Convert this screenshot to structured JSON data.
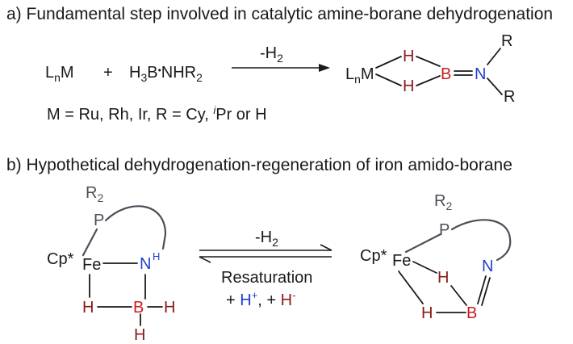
{
  "section_a": {
    "title": "a) Fundamental step involved in catalytic amine-borane dehydrogenation",
    "metal_complex": "L",
    "metal_complex_sub": "n",
    "metal_complex_end": "M",
    "plus": "+",
    "borane_h": "H",
    "borane_h_sub": "3",
    "borane_rest": "B",
    "borane_dot": "•",
    "borane_nh": "NHR",
    "borane_nh_sub": "2",
    "arrow_label": "-H",
    "arrow_label_sub": "2",
    "product_metal": "L",
    "product_metal_sub": "n",
    "product_metal_end": "M",
    "product_h_top": "H",
    "product_h_bottom": "H",
    "product_b": "B",
    "product_n": "N",
    "product_r_top": "R",
    "product_r_bottom": "R",
    "conditions": "M = Ru, Rh, Ir, R = Cy, ",
    "conditions_italic": "i",
    "conditions_end": "Pr or H"
  },
  "section_b": {
    "title": "b) Hypothetical dehydrogenation-regeneration of iron amido-borane",
    "left": {
      "r2": "R",
      "r2_sub": "2",
      "p": "P",
      "cp": "Cp*",
      "fe": "Fe",
      "n": "N",
      "n_h": "H",
      "h_left": "H",
      "b": "B",
      "h_right": "H",
      "h_bottom": "H"
    },
    "forward_label": "-H",
    "forward_label_sub": "2",
    "reverse_label": "Resaturation",
    "reagents_prefix": "+ ",
    "reagent_h_plus": "H",
    "reagent_h_plus_charge": "+",
    "reagents_sep": ", + ",
    "reagent_h_minus": "H",
    "reagent_h_minus_charge": "-",
    "right": {
      "r2": "R",
      "r2_sub": "2",
      "p": "P",
      "cp": "Cp*",
      "fe": "Fe",
      "h_fe": "H",
      "n": "N",
      "h_b": "H",
      "b": "B"
    }
  },
  "colors": {
    "boron": "#c81e1e",
    "nitrogen": "#1f3fd0",
    "hydride": "#8b1a1a",
    "phosphorus_linker": "#4a4f57"
  }
}
